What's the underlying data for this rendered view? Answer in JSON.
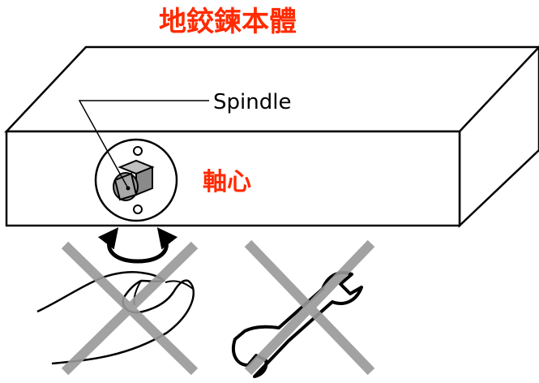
{
  "title": "地鉸鍊本體",
  "spindle_label": "Spindle",
  "axis_label": "軸心",
  "colors": {
    "accent": "#ff2a00",
    "line": "#000000",
    "cross": "#999999",
    "spindle_fill": "#999999",
    "box_fill": "#ffffff"
  },
  "icons": {
    "hand": "hand-icon",
    "wrench": "wrench-icon",
    "rotation": "rotation-arrow-icon",
    "prohibited": "cross-out-icon"
  }
}
